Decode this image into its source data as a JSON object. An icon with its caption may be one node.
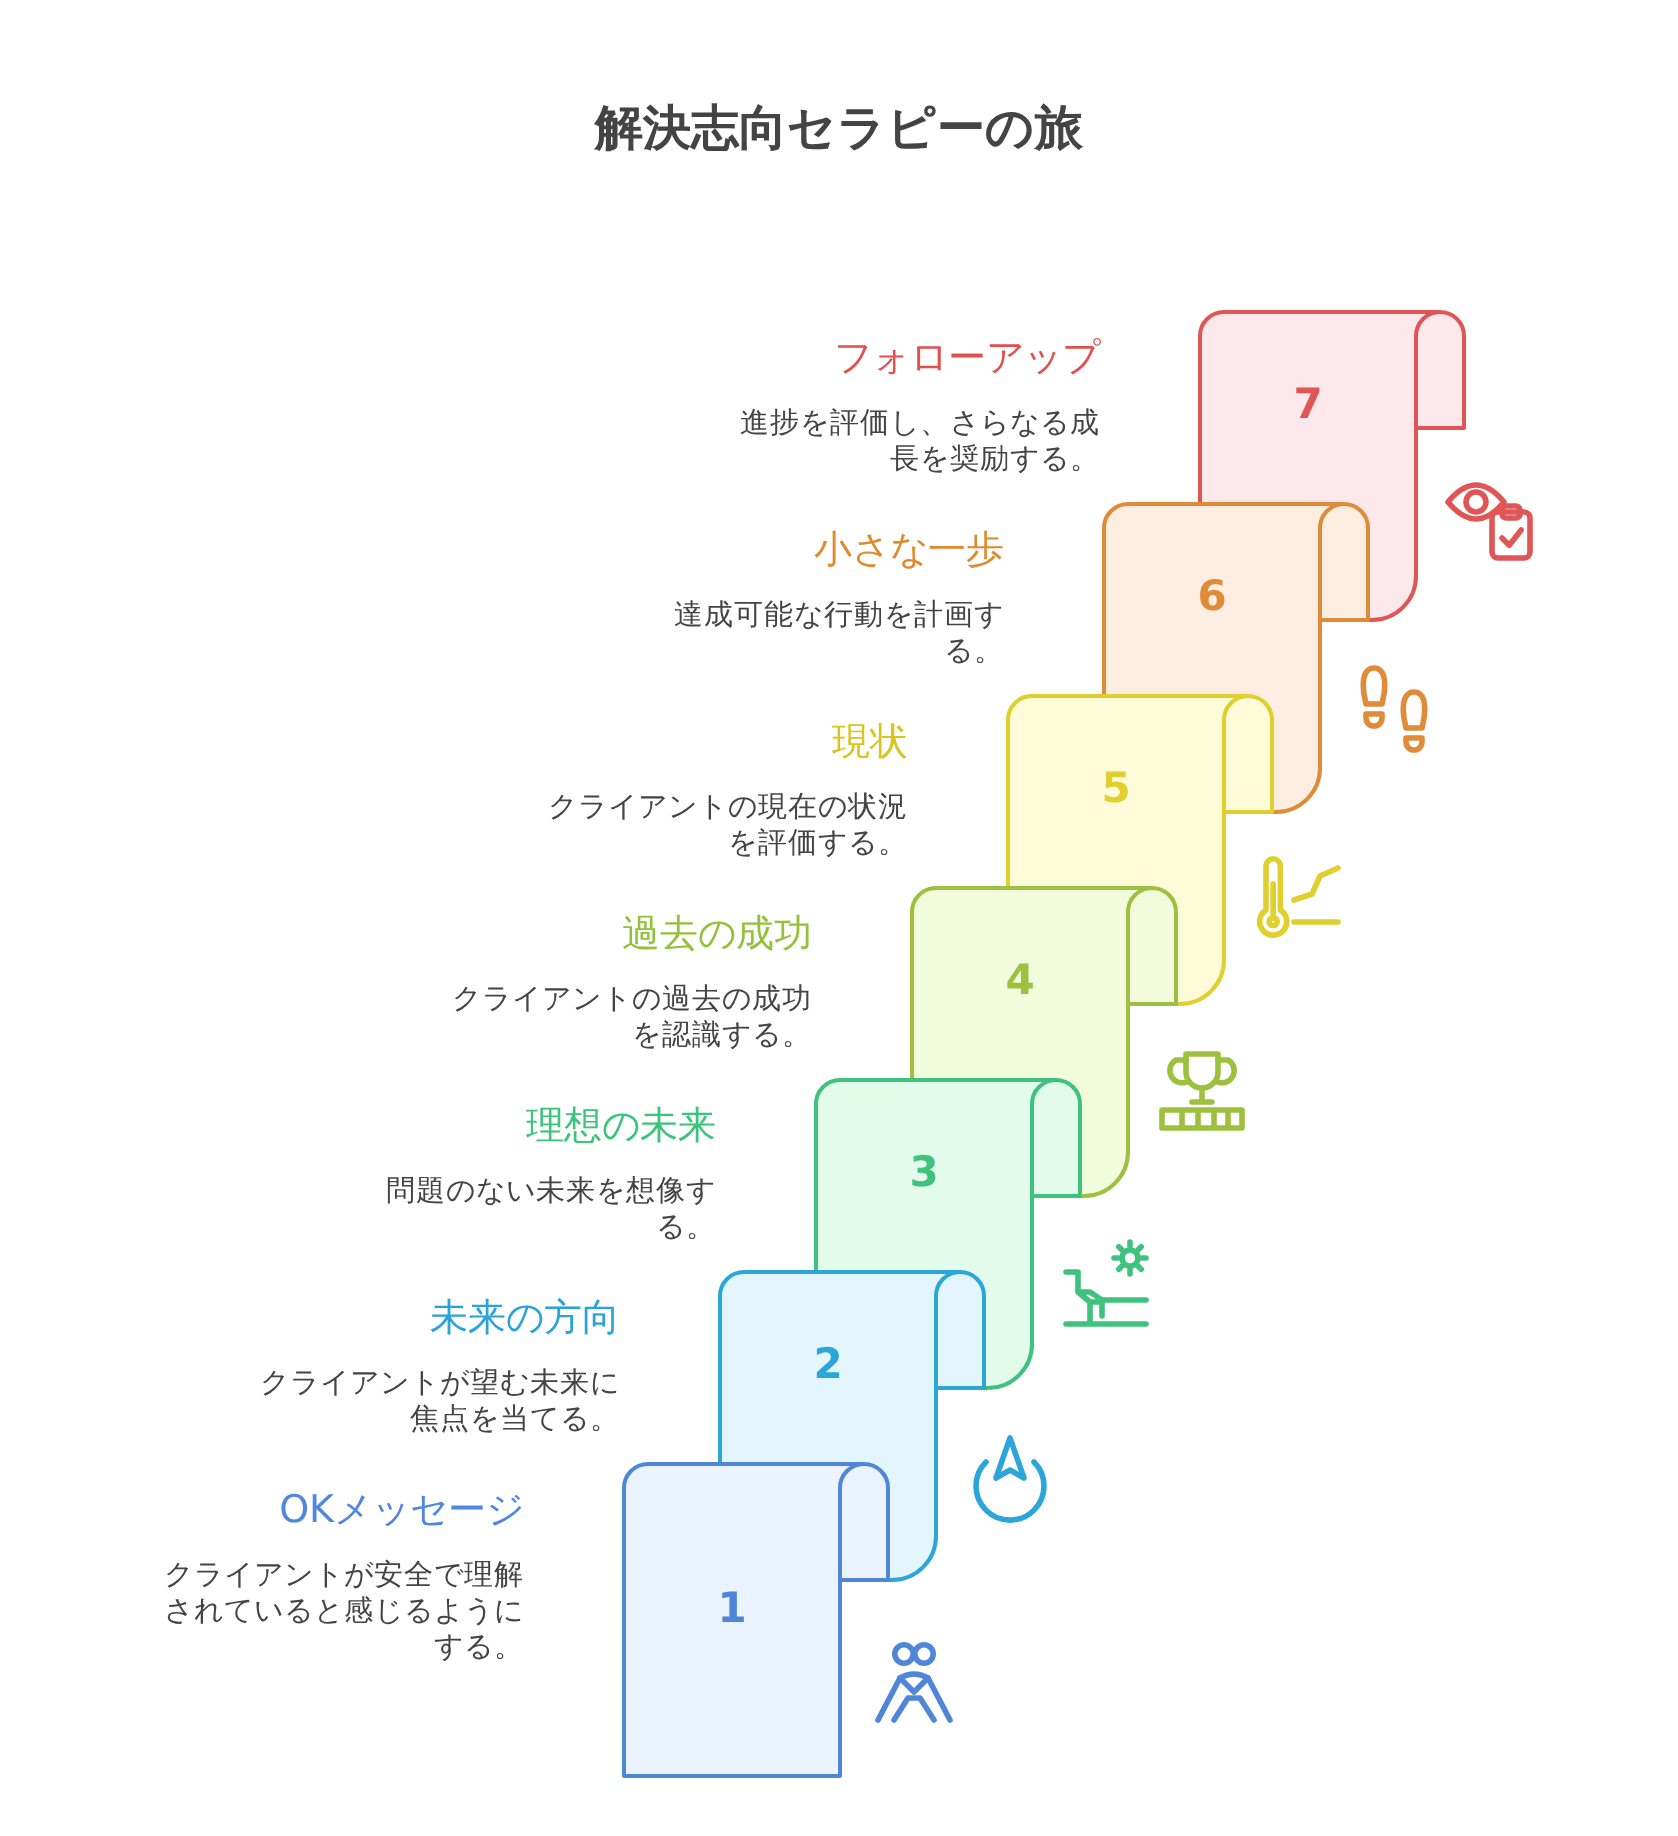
{
  "diagram": {
    "title": "解決志向セラピーの旅",
    "nodes": [
      {
        "text": [
          "1"
        ],
        "beside": [
          "OKメッセージ",
          "クライアントが安全で理解されていると感じるようにする。"
        ]
      },
      {
        "text": [
          "2"
        ],
        "beside": [
          "未来の方向",
          "クライアントが望む未来に焦点を当てる。"
        ]
      },
      {
        "text": [
          "3"
        ],
        "beside": [
          "理想の未来",
          "問題のない未来を想像する。"
        ]
      },
      {
        "text": [
          "4"
        ],
        "beside": [
          "過去の成功",
          "クライアントの過去の成功を認識する。"
        ]
      },
      {
        "text": [
          "5"
        ],
        "beside": [
          "現状",
          "クライアントの現在の状況を評価する。"
        ]
      },
      {
        "text": [
          "6"
        ],
        "beside": [
          "小さな一歩",
          "達成可能な行動を計画する。"
        ]
      },
      {
        "text": [
          "7"
        ],
        "beside": [
          "フォローアップ",
          "進捗を評価し、さらなる成長を奨励する。"
        ]
      }
    ]
  }
}
